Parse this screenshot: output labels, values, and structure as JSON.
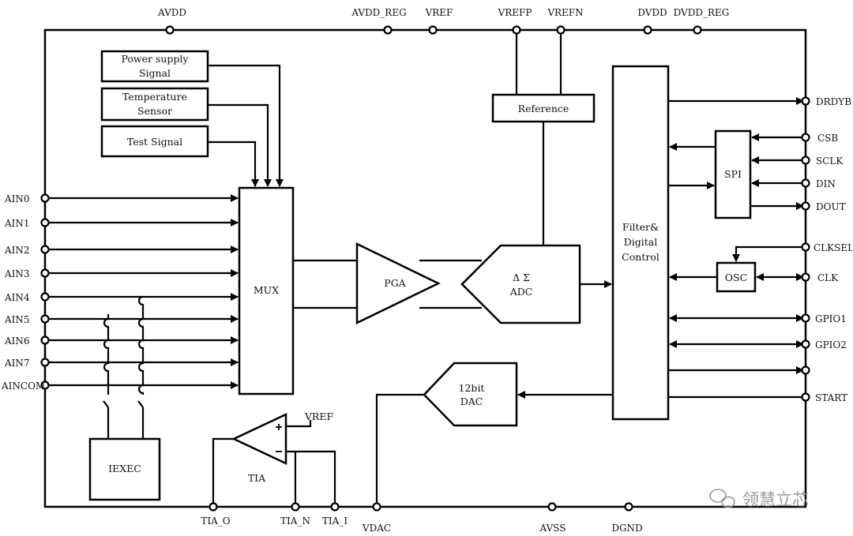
{
  "pins_top": {
    "avdd": "AVDD",
    "avdd_reg": "AVDD_REG",
    "vref": "VREF",
    "vrefp": "VREFP",
    "vrefn": "VREFN",
    "dvdd": "DVDD",
    "dvdd_reg": "DVDD_REG"
  },
  "pins_left": [
    "AIN0",
    "AIN1",
    "AIN2",
    "AIN3",
    "AIN4",
    "AIN5",
    "AIN6",
    "AIN7",
    "AINCOM"
  ],
  "pins_right": {
    "drdyb": "DRDYB",
    "csb": "CSB",
    "sclk": "SCLK",
    "din": "DIN",
    "dout": "DOUT",
    "clksel": "CLKSEL",
    "clk": "CLK",
    "gpio1": "GPIO1",
    "gpio2": "GPIO2",
    "start": "START"
  },
  "pins_bottom": {
    "tia_o": "TIA_O",
    "tia_n": "TIA_N",
    "tia_i": "TIA_I",
    "vdac": "VDAC",
    "avss": "AVSS",
    "dgnd": "DGND"
  },
  "blocks": {
    "power_supply": [
      "Power supply",
      "Signal"
    ],
    "temperature": [
      "Temperature",
      "Sensor"
    ],
    "test_signal": "Test Signal",
    "mux": "MUX",
    "pga": "PGA",
    "adc": [
      "Δ Σ",
      "ADC"
    ],
    "reference": "Reference",
    "filter": [
      "Filter&",
      "Digital",
      "Control"
    ],
    "spi": "SPI",
    "osc": "OSC",
    "dac": [
      "12bit",
      "DAC"
    ],
    "iexec": "IEXEC",
    "tia": "TIA",
    "tia_vref": "VREF"
  },
  "watermark": "领慧立芯"
}
